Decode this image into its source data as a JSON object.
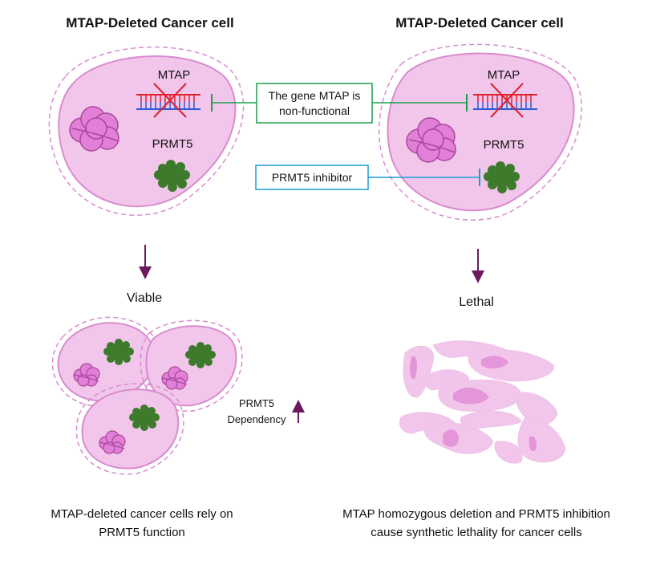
{
  "left_panel": {
    "title": "MTAP-Deleted Cancer cell",
    "gene_label": "MTAP",
    "protein_label": "PRMT5",
    "outcome": "Viable",
    "dependency_label": [
      "PRMT5",
      "Dependency"
    ],
    "caption": [
      "MTAP-deleted cancer cells rely on",
      "PRMT5 function"
    ]
  },
  "right_panel": {
    "title": "MTAP-Deleted Cancer cell",
    "gene_label": "MTAP",
    "protein_label": "PRMT5",
    "outcome": "Lethal",
    "caption": [
      "MTAP homozygous deletion and PRMT5 inhibition",
      "cause synthetic lethality for cancer cells"
    ]
  },
  "callouts": {
    "gene_box": [
      "The gene MTAP is",
      "non-functional"
    ],
    "inhibitor_box": "PRMT5 inhibitor"
  },
  "colors": {
    "cell_fill": "#f2c6ea",
    "cell_stroke": "#d98bd0",
    "nucleus_fill": "#e27fd6",
    "nucleus_stroke": "#a8479d",
    "prmt5_green": "#3d7a2c",
    "gene_box_border": "#1aa04a",
    "inhibitor_box_border": "#1a9ed9",
    "arrow": "#6b1a5e",
    "dna_red": "#e0202a",
    "dna_blue": "#2a5bd6"
  }
}
